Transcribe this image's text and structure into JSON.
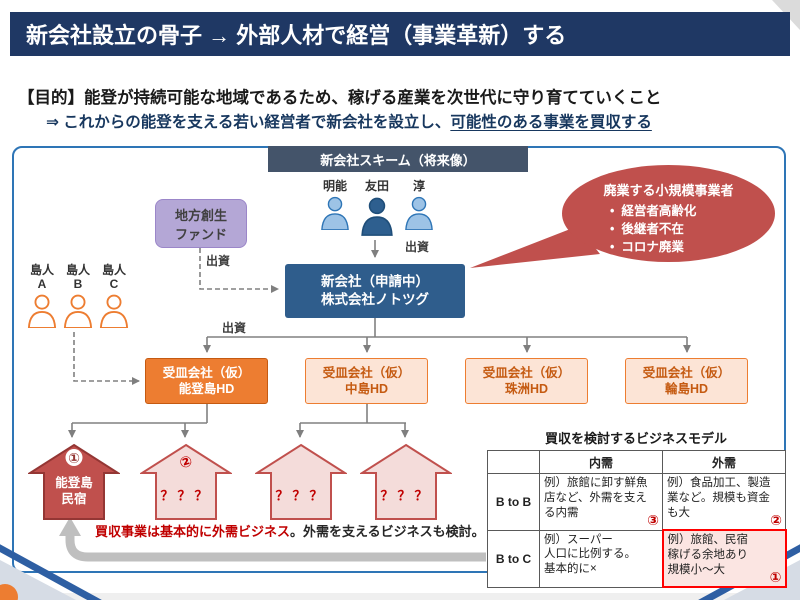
{
  "slide_title": "新会社設立の骨子 → 外部人材で経営（事業革新）する",
  "purpose": {
    "statement": "【目的】能登が持続可能な地域であるため、稼げる産業を次世代に守り育てていくこと",
    "goal_prefix": "⇒ これからの能登を支える若い経営者で新会社を設立し、",
    "goal_underlined": "可能性のある事業を買収する"
  },
  "scheme": {
    "header": "新会社スキーム（将来像）",
    "founders": [
      "明能",
      "友田",
      "淳"
    ],
    "fund": "地方創生\nファンド",
    "invest_label": "出資",
    "bubble": {
      "title": "廃業する小規模事業者",
      "items": [
        "経営者高齢化",
        "後継者不在",
        "コロナ廃業"
      ]
    },
    "new_company": "新会社（申請中）\n株式会社ノトツグ",
    "islanders": [
      "島人\nA",
      "島人\nB",
      "島人\nC"
    ],
    "holdings": [
      {
        "title": "受皿会社（仮）",
        "name": "能登島HD"
      },
      {
        "title": "受皿会社（仮）",
        "name": "中島HD"
      },
      {
        "title": "受皿会社（仮）",
        "name": "珠洲HD"
      },
      {
        "title": "受皿会社（仮）",
        "name": "輪島HD"
      }
    ],
    "houses": [
      {
        "number": "①",
        "label": "能登島\n民宿"
      },
      {
        "number": "②",
        "label": "？？？"
      },
      {
        "label": "？？？"
      },
      {
        "label": "？？？"
      }
    ],
    "note_red": "買収事業は基本的に外需ビジネス",
    "note_rest": "。外需を支えるビジネスも検討。"
  },
  "biz_table": {
    "title": "買収を検討するビジネスモデル",
    "col_headers": [
      "内需",
      "外需"
    ],
    "rows": [
      {
        "header": "B to B",
        "domestic": {
          "text": "例）旅館に卸す鮮魚店など、外需を支える内需",
          "badge": "③"
        },
        "external": {
          "text": "例）食品加工、製造業など。規模も資金も大",
          "badge": "②"
        }
      },
      {
        "header": "B to C",
        "domestic": {
          "text": "例）スーパー\n人口に比例する。\n基本的に×"
        },
        "external": {
          "text": "例）旅館、民宿\n稼げる余地あり\n規模小〜大",
          "badge": "①"
        }
      }
    ]
  },
  "colors": {
    "title_bar": "#1F3864",
    "goal_text": "#17375E",
    "frame_border": "#2E75B6",
    "header_box": "#44546A",
    "fund_purple": "#B4A7D6",
    "bubble_red": "#C0504D",
    "company_blue": "#2F5D8C",
    "holding_orange": "#ED7D31",
    "holding_light": "#FCE4D6",
    "house_red": "#C0504D",
    "house_pink": "#F4DCDA",
    "number_red": "#C00000",
    "highlight_border": "#FF0000"
  }
}
